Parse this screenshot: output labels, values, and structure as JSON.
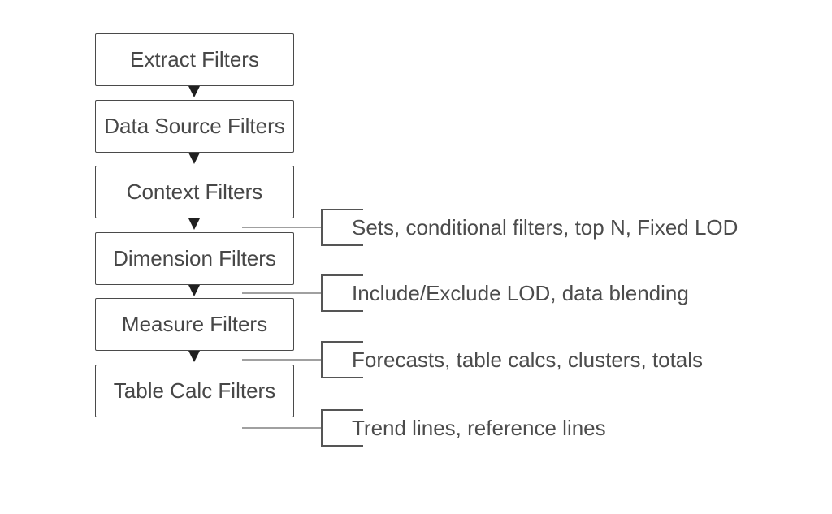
{
  "diagram": {
    "boxes": [
      {
        "label": "Extract Filters"
      },
      {
        "label": "Data Source Filters"
      },
      {
        "label": "Context Filters"
      },
      {
        "label": "Dimension Filters"
      },
      {
        "label": "Measure Filters"
      },
      {
        "label": "Table Calc Filters"
      }
    ],
    "annotations": [
      {
        "label": "Sets, conditional filters, top N, Fixed LOD"
      },
      {
        "label": "Include/Exclude LOD, data blending"
      },
      {
        "label": "Forecasts, table calcs, clusters, totals"
      },
      {
        "label": "Trend lines, reference lines"
      }
    ],
    "colors": {
      "background": "#ffffff",
      "box_border": "#4a4a4a",
      "box_text": "#474747",
      "arrow": "#202020",
      "connector": "#a0a0a0",
      "bracket": "#555555",
      "annotation_text": "#4c4c4c"
    }
  }
}
